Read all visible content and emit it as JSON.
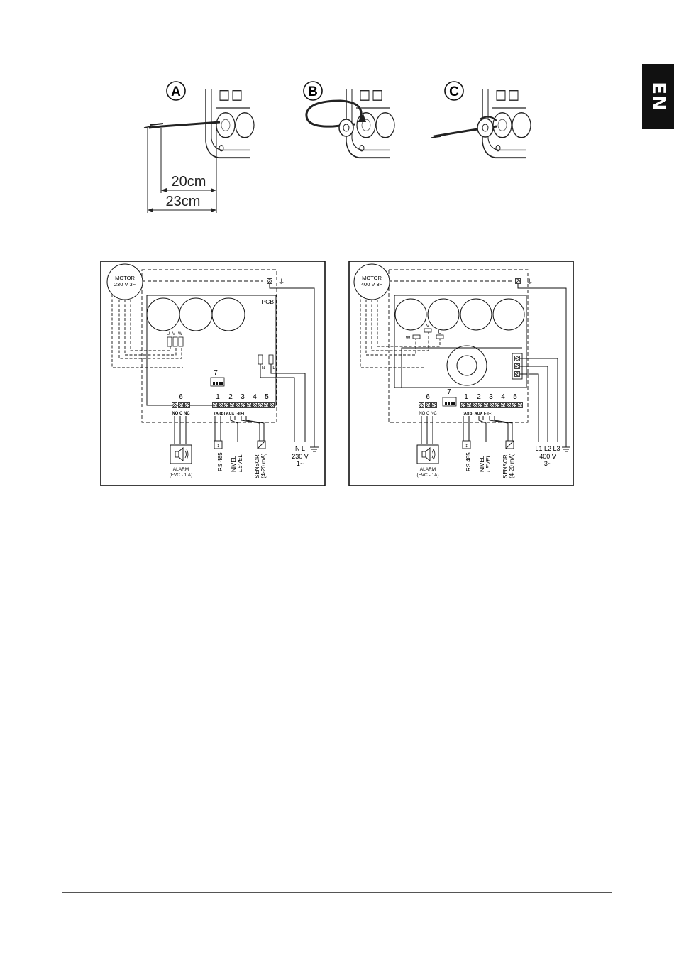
{
  "language_tab": "EN",
  "steps": {
    "a_label": "A",
    "b_label": "B",
    "c_label": "C",
    "dim_short": "20cm",
    "dim_long": "23cm"
  },
  "left_diagram": {
    "motor_line1": "MOTOR",
    "motor_line2": "230 V  3~",
    "pcb": "PCB",
    "u": "U",
    "v": "V",
    "w": "W",
    "n_tag": "N",
    "l_tag": "L",
    "dip_number": "7",
    "num6": "6",
    "num1": "1",
    "num2": "2",
    "num3": "3",
    "num4": "4",
    "num5": "5",
    "relay_terms": "NO  C  NC",
    "bus_terms": "(A)(B) AUX (-)(+)",
    "alarm": "ALARM",
    "alarm_spec": "(FVC - 1 A)",
    "rs485": "RS 485",
    "nivel": "NIVEL",
    "level": "LEVEL",
    "sensor": "SENSOR",
    "sensor_range": "(4-20 mA)",
    "supply_nl": "N   L",
    "supply_v": "230 V",
    "supply_phase": "1~"
  },
  "right_diagram": {
    "motor_line1": "MOTOR",
    "motor_line2": "400 V  3~",
    "u": "U",
    "v": "V",
    "w": "W",
    "dip_number": "7",
    "num6": "6",
    "num1": "1",
    "num2": "2",
    "num3": "3",
    "num4": "4",
    "num5": "5",
    "relay_terms": "NO  C  NC",
    "bus_terms": "(A)(B) AUX (-)(+)",
    "alarm": "ALARM",
    "alarm_spec": "(FVC - 1A)",
    "rs485": "RS 485",
    "nivel": "NIVEL",
    "level": "LEVEL",
    "sensor": "SENSOR",
    "sensor_range": "(4-20 mA)",
    "supply_lines": "L1 L2 L3",
    "supply_v": "400 V",
    "supply_phase": "3~"
  }
}
